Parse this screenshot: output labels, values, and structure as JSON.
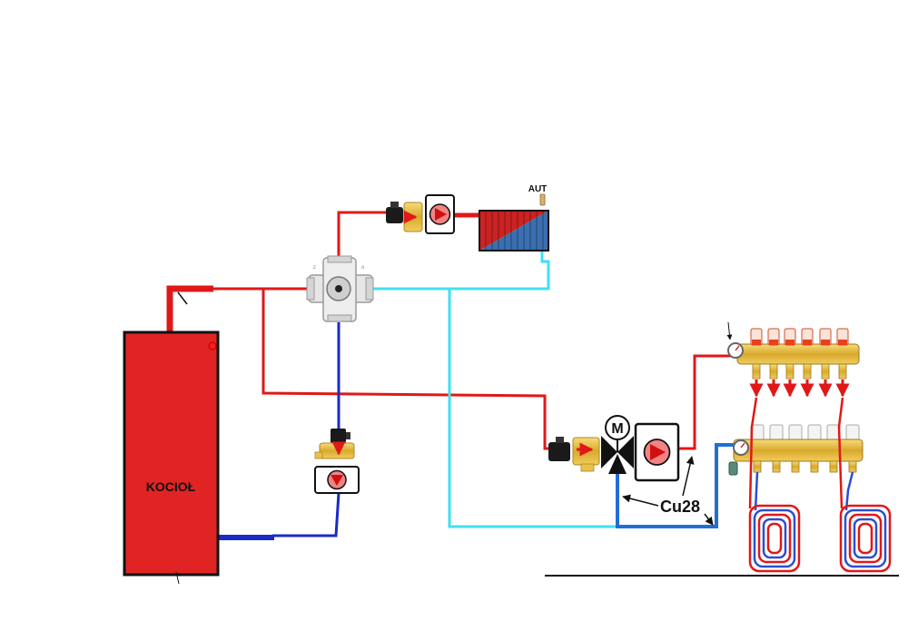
{
  "diagram": {
    "boiler_label": "KOCIOŁ",
    "radiator_vent_label": "AUT",
    "mixing_valve_motor_label": "M",
    "pipe_size_label": "Cu28"
  },
  "colors": {
    "supply_pipe": "#e01818",
    "boiler_return_pipe": "#1a2bc8",
    "radiator_return_pipe": "#3fe0f0",
    "floor_return_pipe": "#1f6fd6",
    "boiler_body": "#e02424",
    "brass": "#e8c24a"
  }
}
